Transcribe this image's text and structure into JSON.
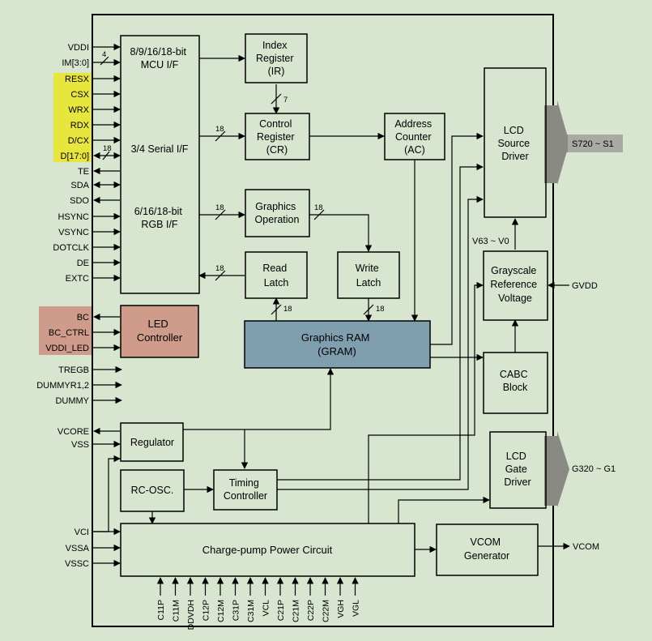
{
  "blocks": {
    "mcu_if": {
      "lines": [
        "8/9/16/18-bit",
        "MCU I/F"
      ]
    },
    "serial_if": {
      "lines": [
        "3/4 Serial I/F"
      ]
    },
    "rgb_if": {
      "lines": [
        "6/16/18-bit",
        "RGB I/F"
      ]
    },
    "index_reg": {
      "lines": [
        "Index",
        "Register",
        "(IR)"
      ]
    },
    "control_reg": {
      "lines": [
        "Control",
        "Register",
        "(CR)"
      ]
    },
    "address_counter": {
      "lines": [
        "Address",
        "Counter",
        "(AC)"
      ]
    },
    "graphics_op": {
      "lines": [
        "Graphics",
        "Operation"
      ]
    },
    "read_latch": {
      "lines": [
        "Read",
        "Latch"
      ]
    },
    "write_latch": {
      "lines": [
        "Write",
        "Latch"
      ]
    },
    "lcd_source": {
      "lines": [
        "LCD",
        "Source",
        "Driver"
      ]
    },
    "grayscale": {
      "lines": [
        "Grayscale",
        "Reference",
        "Voltage"
      ]
    },
    "led_ctrl": {
      "lines": [
        "LED",
        "Controller"
      ]
    },
    "gram": {
      "lines": [
        "Graphics RAM",
        "(GRAM)"
      ]
    },
    "cabc": {
      "lines": [
        "CABC",
        "Block"
      ]
    },
    "regulator": {
      "lines": [
        "Regulator"
      ]
    },
    "rc_osc": {
      "lines": [
        "RC-OSC."
      ]
    },
    "timing": {
      "lines": [
        "Timing",
        "Controller"
      ]
    },
    "lcd_gate": {
      "lines": [
        "LCD",
        "Gate",
        "Driver"
      ]
    },
    "charge_pump": {
      "lines": [
        "Charge-pump Power Circuit"
      ]
    },
    "vcom_gen": {
      "lines": [
        "VCOM",
        "Generator"
      ]
    }
  },
  "left_signals": [
    {
      "label": "VDDI"
    },
    {
      "label": "IM[3:0]"
    },
    {
      "label": "RESX"
    },
    {
      "label": "CSX"
    },
    {
      "label": "WRX"
    },
    {
      "label": "RDX"
    },
    {
      "label": "D/CX"
    },
    {
      "label": "D[17:0]"
    },
    {
      "label": "TE"
    },
    {
      "label": "SDA"
    },
    {
      "label": "SDO"
    },
    {
      "label": "HSYNC"
    },
    {
      "label": "VSYNC"
    },
    {
      "label": "DOTCLK"
    },
    {
      "label": "DE"
    },
    {
      "label": "EXTC"
    },
    {
      "label": "BC"
    },
    {
      "label": "BC_CTRL"
    },
    {
      "label": "VDDI_LED"
    },
    {
      "label": "TREGB"
    },
    {
      "label": "DUMMYR1,2"
    },
    {
      "label": "DUMMY"
    },
    {
      "label": "VCORE"
    },
    {
      "label": "VSS"
    },
    {
      "label": "VCI"
    },
    {
      "label": "VSSA"
    },
    {
      "label": "VSSC"
    }
  ],
  "bus_widths": {
    "im": "4",
    "d": "18",
    "ir_cr": "7",
    "cr": "18",
    "gop": "18",
    "gop_wl": "18",
    "rl": "18",
    "rl_gram": "18",
    "wl_gram": "18"
  },
  "outputs": {
    "source": "S720 ~ S1",
    "gate": "G320 ~ G1",
    "vcom": "VCOM",
    "gvdd": "GVDD",
    "v63": "V63 ~ V0"
  },
  "bottom_pins": [
    "C11P",
    "C11M",
    "DDVDH",
    "C12P",
    "C12M",
    "C31P",
    "C31M",
    "VCL",
    "C21P",
    "C21M",
    "C22P",
    "C22M",
    "VGH",
    "VGL"
  ],
  "colors": {
    "background": "#d8e5cf",
    "yellow_highlight": "#e6e63c",
    "led_highlight": "#cf9b8a",
    "gram_fill": "#7f9faf",
    "output_gray": "#a9aaa4",
    "arrow_gray": "#8a8a84"
  }
}
